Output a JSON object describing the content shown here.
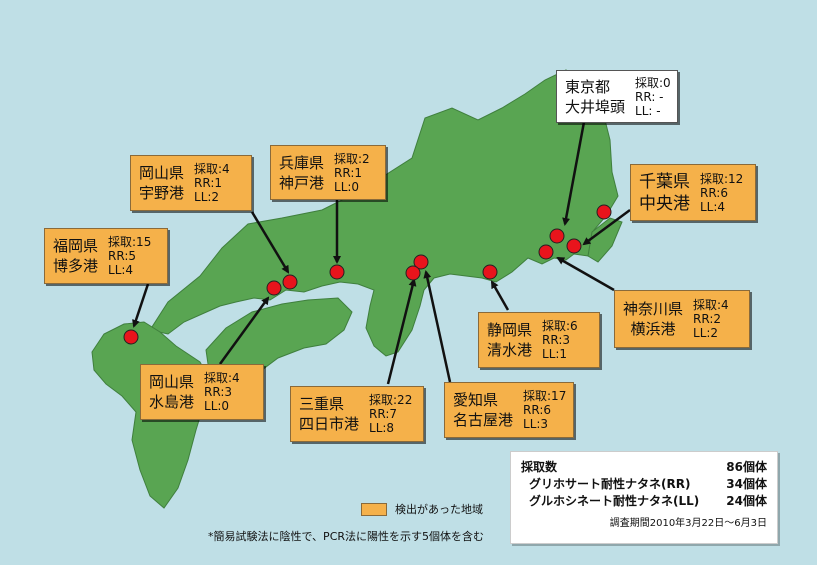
{
  "colors": {
    "sea": "#bfdfe6",
    "land": "#59a552",
    "land_edge": "#3f7f3d",
    "detected_area": "#f5b14a",
    "marker": "#e8141c"
  },
  "sites": [
    {
      "id": "tokyo",
      "prefecture": "東京都",
      "port": "大井埠頭",
      "sampled": "採取:0",
      "rr": "RR: -",
      "ll": "LL: -",
      "detected": false
    },
    {
      "id": "chiba",
      "prefecture": "千葉県",
      "port": "中央港",
      "sampled": "採取:12",
      "rr": "RR:6",
      "ll": "LL:4",
      "detected": true
    },
    {
      "id": "kanagawa",
      "prefecture": "神奈川県",
      "port": "横浜港",
      "sampled": "採取:4",
      "rr": "RR:2",
      "ll": "LL:2",
      "detected": true
    },
    {
      "id": "shizuoka",
      "prefecture": "静岡県",
      "port": "清水港",
      "sampled": "採取:6",
      "rr": "RR:3",
      "ll": "LL:1",
      "detected": true
    },
    {
      "id": "aichi",
      "prefecture": "愛知県",
      "port": "名古屋港",
      "sampled": "採取:17",
      "rr": "RR:6",
      "ll": "LL:3",
      "detected": true
    },
    {
      "id": "mie",
      "prefecture": "三重県",
      "port": "四日市港",
      "sampled": "採取:22",
      "rr": "RR:7",
      "ll": "LL:8",
      "detected": true
    },
    {
      "id": "hyogo",
      "prefecture": "兵庫県",
      "port": "神戸港",
      "sampled": "採取:2",
      "rr": "RR:1",
      "ll": "LL:0",
      "detected": true
    },
    {
      "id": "okayama-uno",
      "prefecture": "岡山県",
      "port": "宇野港",
      "sampled": "採取:4",
      "rr": "RR:1",
      "ll": "LL:2",
      "detected": true
    },
    {
      "id": "okayama-mizushima",
      "prefecture": "岡山県",
      "port": "水島港",
      "sampled": "採取:4",
      "rr": "RR:3",
      "ll": "LL:0",
      "detected": true
    },
    {
      "id": "fukuoka",
      "prefecture": "福岡県",
      "port": "博多港",
      "sampled": "採取:15",
      "rr": "RR:5",
      "ll": "LL:4",
      "detected": true
    }
  ],
  "legend": {
    "label": "検出があった地域"
  },
  "footnote": "*簡易試験法に陰性で、PCR法に陽性を示す5個体を含む",
  "summary": {
    "rows": [
      {
        "label": "採取数",
        "value": "86個体"
      },
      {
        "label": "グリホサート耐性ナタネ(RR)",
        "value": "34個体"
      },
      {
        "label": "グルホシネート耐性ナタネ(LL)",
        "value": "24個体"
      }
    ],
    "period": "調査期間2010年3月22日〜6月3日"
  }
}
